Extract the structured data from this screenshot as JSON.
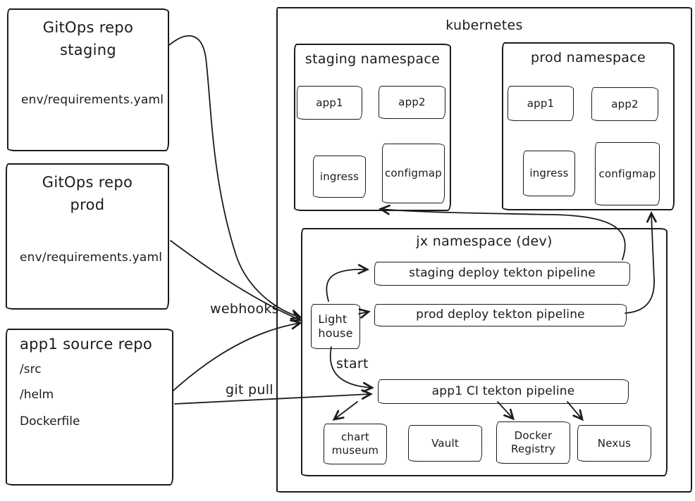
{
  "colors": {
    "stroke": "#1b1b1b",
    "background": "#ffffff"
  },
  "repos": {
    "gitops_staging": {
      "title": "GitOps repo\nstaging",
      "file": "env/requirements.yaml"
    },
    "gitops_prod": {
      "title": "GitOps repo\nprod",
      "file": "env/requirements.yaml"
    },
    "app_source": {
      "title": "app1 source repo",
      "paths": [
        "/src",
        "/helm",
        "Dockerfile"
      ]
    }
  },
  "kubernetes": {
    "title": "kubernetes",
    "staging_namespace": {
      "title": "staging namespace",
      "resources": [
        "app1",
        "app2",
        "ingress",
        "configmap"
      ]
    },
    "prod_namespace": {
      "title": "prod namespace",
      "resources": [
        "app1",
        "app2",
        "ingress",
        "configmap"
      ]
    },
    "jx_namespace": {
      "title": "jx namespace (dev)",
      "lighthouse": "Light\nhouse",
      "staging_deploy_pipeline": "staging deploy tekton pipeline",
      "prod_deploy_pipeline": "prod deploy tekton pipeline",
      "app_ci_pipeline": "app1 CI tekton pipeline",
      "services": [
        "chart\nmuseum",
        "Vault",
        "Docker\nRegistry",
        "Nexus"
      ]
    }
  },
  "edge_labels": {
    "webhooks": "webhooks",
    "git_pull": "git pull",
    "start": "start"
  }
}
